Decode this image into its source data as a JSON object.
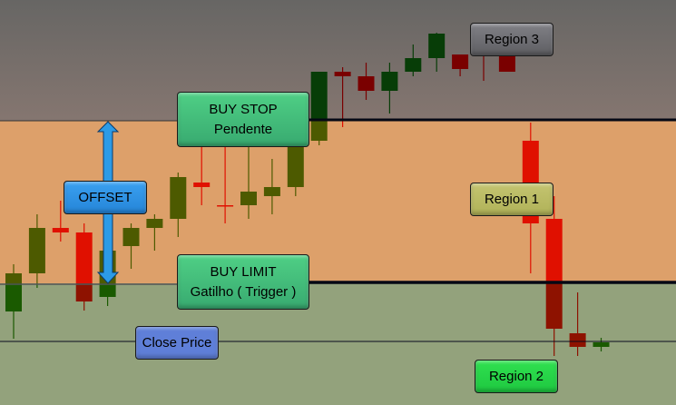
{
  "labels": {
    "buy_stop": {
      "line1": "BUY STOP",
      "line2": "Pendente"
    },
    "buy_limit": {
      "line1": "BUY LIMIT",
      "line2": "Gatilho ( Trigger )"
    },
    "offset": "OFFSET",
    "close_price": "Close Price",
    "region1": "Region 1",
    "region2": "Region 2",
    "region3": "Region 3"
  },
  "colors": {
    "region3_bg": "#75706c",
    "region1_bg": "#dda06a",
    "region2_bg": "#93a27c",
    "up_top": "#073d07",
    "up_mid": "#4d5a00",
    "up_bot": "#1a5a00",
    "down_top": "#7a0000",
    "down_mid": "#e01000",
    "down_bot": "#8e1200"
  },
  "chart_data": {
    "type": "candlestick",
    "ylim": [
      0,
      446
    ],
    "levels": {
      "region3_region1_boundary": 313,
      "region1_region2_boundary": 134,
      "close_price": 70
    },
    "candles": [
      {
        "o": 103,
        "c": 145,
        "h": 155,
        "l": 73
      },
      {
        "o": 145,
        "c": 195,
        "h": 210,
        "l": 129
      },
      {
        "o": 195,
        "c": 190,
        "h": 225,
        "l": 180
      },
      {
        "o": 190,
        "c": 114,
        "h": 200,
        "l": 104
      },
      {
        "o": 119,
        "c": 170,
        "h": 170,
        "l": 109
      },
      {
        "o": 175,
        "c": 195,
        "h": 200,
        "l": 150
      },
      {
        "o": 195,
        "c": 205,
        "h": 210,
        "l": 170
      },
      {
        "o": 205,
        "c": 251,
        "h": 256,
        "l": 185
      },
      {
        "o": 245,
        "c": 240,
        "h": 286,
        "l": 220
      },
      {
        "o": 220,
        "c": 219,
        "h": 286,
        "l": 200
      },
      {
        "o": 220,
        "c": 235,
        "h": 286,
        "l": 205
      },
      {
        "o": 230,
        "c": 240,
        "h": 271,
        "l": 210
      },
      {
        "o": 240,
        "c": 286,
        "h": 286,
        "l": 230
      },
      {
        "o": 291,
        "c": 367,
        "h": 367,
        "l": 286
      },
      {
        "o": 367,
        "c": 362,
        "h": 372,
        "l": 306
      },
      {
        "o": 362,
        "c": 346,
        "h": 377,
        "l": 336
      },
      {
        "o": 346,
        "c": 367,
        "h": 377,
        "l": 321
      },
      {
        "o": 367,
        "c": 382,
        "h": 397,
        "l": 362
      },
      {
        "o": 382,
        "c": 409,
        "h": 410,
        "l": 367
      },
      {
        "o": 386,
        "c": 370,
        "h": 386,
        "l": 362
      },
      {
        "o": 386,
        "c": 385,
        "h": 386,
        "l": 357
      },
      {
        "o": 386,
        "c": 367,
        "h": 386,
        "l": 367
      },
      {
        "o": 291,
        "c": 200,
        "h": 311,
        "l": 145
      },
      {
        "o": 205,
        "c": 84,
        "h": 230,
        "l": 54
      },
      {
        "o": 79,
        "c": 64,
        "h": 124,
        "l": 54
      },
      {
        "o": 64,
        "c": 69,
        "h": 74,
        "l": 59
      }
    ]
  }
}
